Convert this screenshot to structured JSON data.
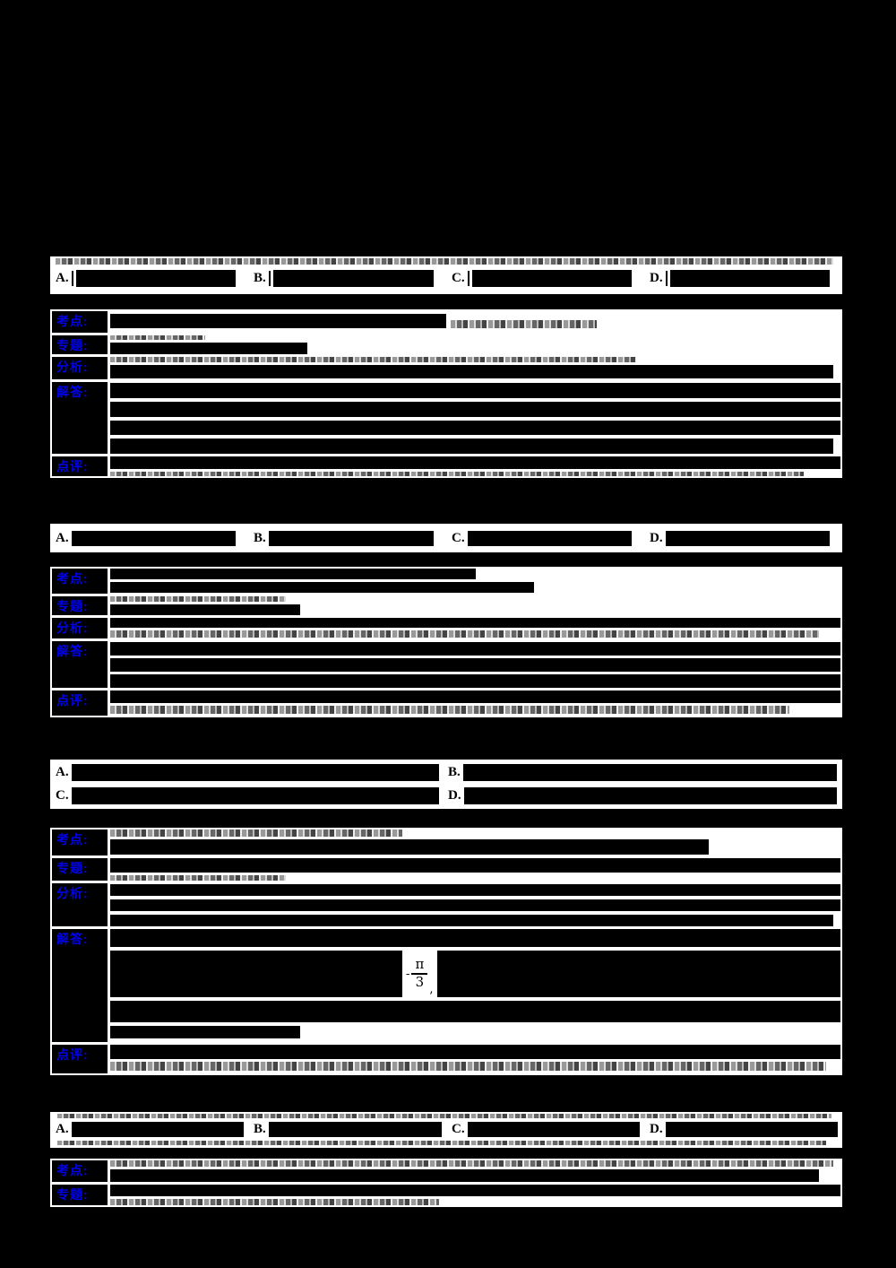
{
  "page": {
    "background": "#000000",
    "panel_background": "#ffffff",
    "label_color": "#0000ee",
    "text_color": "#000000",
    "note": "Chinese math exam answer sheet; body text illegible (redacted/degraded)"
  },
  "labels": {
    "kaodian": "考点:",
    "zhuanti": "专题:",
    "fenxi": "分析:",
    "jieda": "解答:",
    "dianping": "点评:"
  },
  "questions": [
    {
      "options": [
        "A.",
        "B.",
        "C.",
        "D."
      ]
    },
    {
      "options": [
        "A.",
        "B.",
        "C.",
        "D."
      ]
    },
    {
      "options": [
        "A.",
        "B.",
        "C.",
        "D."
      ]
    },
    {
      "options": [
        "A.",
        "B.",
        "C.",
        "D."
      ]
    }
  ],
  "math": {
    "minus": "-",
    "numerator": "π",
    "denominator": "3",
    "comma": ","
  }
}
